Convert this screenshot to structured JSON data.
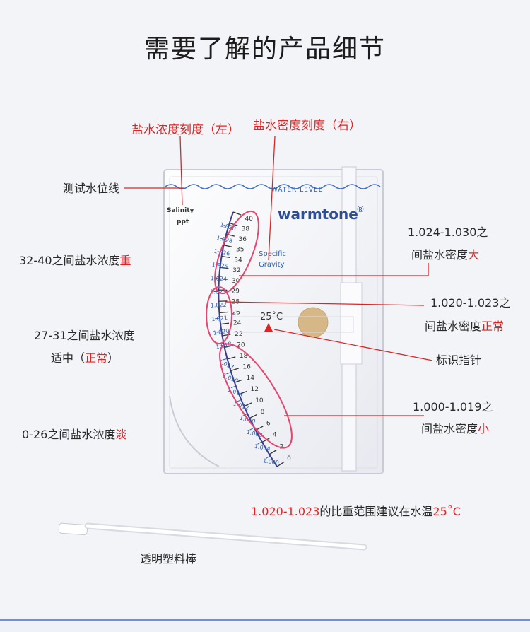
{
  "title": "需要了解的产品细节",
  "callouts": {
    "salinity_scale": "盐水浓度刻度（左）",
    "density_scale": "盐水密度刻度（右）",
    "water_line": "测试水位线",
    "range_heavy": {
      "prefix": "32-40之间盐水浓度",
      "emph": "重"
    },
    "range_normal_1": "27-31之间盐水浓度",
    "range_normal_2": {
      "prefix": "适中（",
      "emph": "正常",
      "suffix": "）"
    },
    "range_light": {
      "prefix": "0-26之间盐水浓度",
      "emph": "淡"
    },
    "density_high_1": "1.024-1.030之",
    "density_high_2": {
      "prefix": "间盐水密度",
      "emph": "大"
    },
    "density_normal_1": "1.020-1.023之",
    "density_normal_2": {
      "prefix": "间盐水密度",
      "emph": "正常"
    },
    "pointer": "标识指针",
    "density_low_1": "1.000-1.019之",
    "density_low_2": {
      "prefix": "间盐水密度",
      "emph": "小"
    },
    "recommendation": {
      "range": "1.020-1.023",
      "middle": "的比重范围建议在水温",
      "temp": "25˚C"
    },
    "stirring_rod": "透明塑料棒"
  },
  "device": {
    "water_level_text": "WATER  LEVEL",
    "brand": "warmtone",
    "brand_mark": "®",
    "salinity_label_1": "Salinity",
    "salinity_label_2": "ppt",
    "gravity_label_1": "Specific",
    "gravity_label_2": "Gravity",
    "temp": "25˚C",
    "salinity_ticks": [
      "40",
      "38",
      "36",
      "35",
      "34",
      "32",
      "30",
      "29",
      "28",
      "26",
      "24",
      "22",
      "20",
      "18",
      "16",
      "14",
      "12",
      "10",
      "8",
      "6",
      "4",
      "2",
      "0"
    ],
    "density_ticks": [
      "1.030",
      "1.028",
      "1.026",
      "1.025",
      "1.024",
      "1.023",
      "1.022",
      "1.021",
      "1.020",
      "1.018",
      "1.017",
      "1.016",
      "1.014",
      "1.012",
      "1.010",
      "1.008",
      "1.004",
      "1.000"
    ]
  },
  "colors": {
    "accent": "#e02424",
    "scale_blue": "#2b5fb5",
    "ellipse": "#e6456f"
  }
}
